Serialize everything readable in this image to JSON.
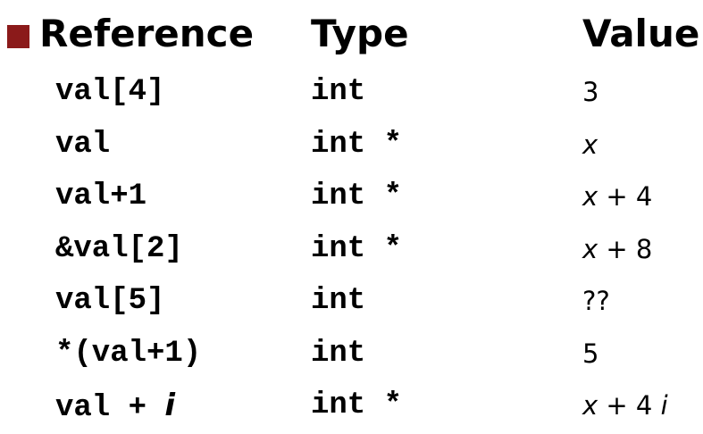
{
  "headers": {
    "reference": "Reference",
    "type": "Type",
    "value": "Value"
  },
  "rows": [
    {
      "ref": "val[4]",
      "type": "int",
      "value": "3"
    },
    {
      "ref": "val",
      "type": "int *",
      "value_var": "x"
    },
    {
      "ref": "val+1",
      "type": "int *",
      "value_var": "x",
      "value_rest": " + 4"
    },
    {
      "ref": "&val[2]",
      "type": "int *",
      "value_var": "x",
      "value_rest": " + 8"
    },
    {
      "ref": "val[5]",
      "type": "int",
      "value": "??"
    },
    {
      "ref": "*(val+1)",
      "type": "int",
      "value": "5"
    },
    {
      "ref": "val + ",
      "ref_var": "i",
      "type": "int *",
      "value_var": "x",
      "value_rest": " + 4 ",
      "value_var2": "i"
    }
  ],
  "colors": {
    "bullet": "#8b1a1a",
    "text": "#000000",
    "background": "#ffffff"
  }
}
